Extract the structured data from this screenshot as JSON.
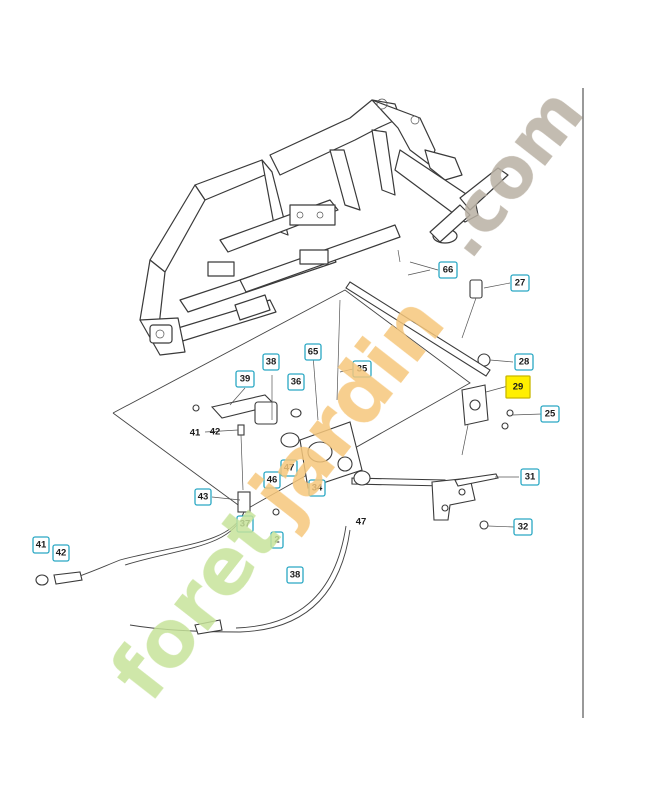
{
  "watermark": {
    "part1": "foret",
    "part2": "jardin",
    "part3": ".com",
    "colors": {
      "green": "#c7e39a",
      "orange": "#f6c77b",
      "grey": "#b9b0a3"
    }
  },
  "callout_color": "#2aa8c4",
  "highlight_color": "#ffef00",
  "callouts": [
    {
      "id": "66",
      "label": "66",
      "boxed": true
    },
    {
      "id": "27",
      "label": "27",
      "boxed": true
    },
    {
      "id": "28",
      "label": "28",
      "boxed": true
    },
    {
      "id": "29",
      "label": "29",
      "boxed": true,
      "highlighted": true
    },
    {
      "id": "25",
      "label": "25",
      "boxed": true
    },
    {
      "id": "65",
      "label": "65",
      "boxed": true
    },
    {
      "id": "35",
      "label": "35",
      "boxed": true
    },
    {
      "id": "38a",
      "label": "38",
      "boxed": true
    },
    {
      "id": "39",
      "label": "39",
      "boxed": true
    },
    {
      "id": "36",
      "label": "36",
      "boxed": true
    },
    {
      "id": "41a",
      "label": "41",
      "boxed": false
    },
    {
      "id": "42a",
      "label": "42",
      "boxed": false
    },
    {
      "id": "47a",
      "label": "47",
      "boxed": true
    },
    {
      "id": "46",
      "label": "46",
      "boxed": true
    },
    {
      "id": "34",
      "label": "34",
      "boxed": true
    },
    {
      "id": "47b",
      "label": "47",
      "boxed": false
    },
    {
      "id": "31",
      "label": "31",
      "boxed": true
    },
    {
      "id": "43",
      "label": "43",
      "boxed": true
    },
    {
      "id": "37",
      "label": "37",
      "boxed": true
    },
    {
      "id": "2",
      "label": "2",
      "boxed": true
    },
    {
      "id": "32",
      "label": "32",
      "boxed": true
    },
    {
      "id": "41b",
      "label": "41",
      "boxed": true
    },
    {
      "id": "42b",
      "label": "42",
      "boxed": true
    },
    {
      "id": "38b",
      "label": "38",
      "boxed": true
    }
  ]
}
